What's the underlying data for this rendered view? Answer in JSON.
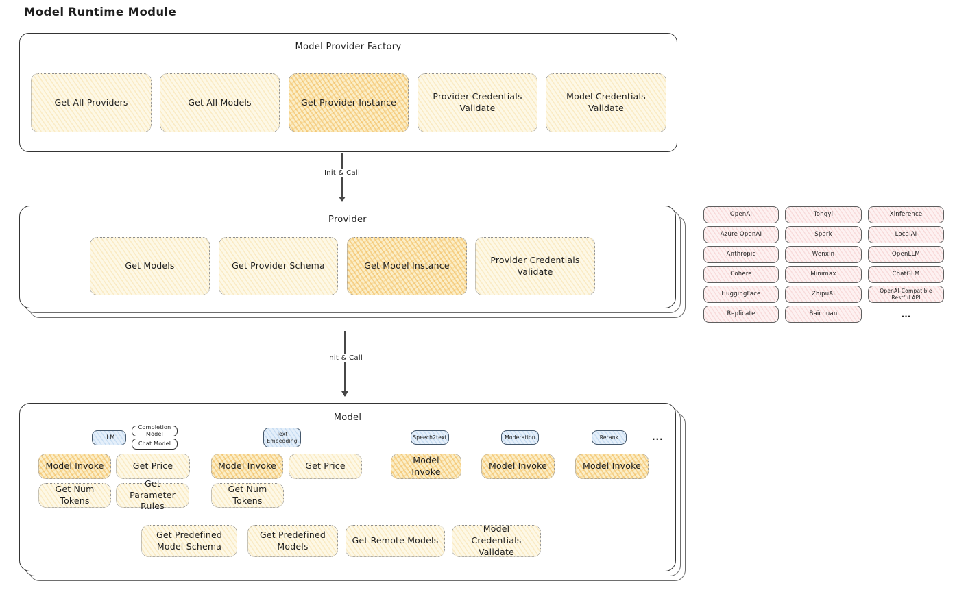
{
  "page_title": "Model Runtime Module",
  "arrow_label_1": "Init & Call",
  "arrow_label_2": "Init & Call",
  "factory": {
    "title": "Model Provider Factory",
    "buttons": [
      "Get All Providers",
      "Get All Models",
      "Get Provider Instance",
      "Provider Credentials Validate",
      "Model Credentials Validate"
    ]
  },
  "provider": {
    "title": "Provider",
    "buttons": [
      "Get Models",
      "Get Provider Schema",
      "Get Model Instance",
      "Provider Credentials Validate"
    ]
  },
  "providers_list": {
    "items": [
      "OpenAI",
      "Tongyi",
      "Xinference",
      "Azure OpenAI",
      "Spark",
      "LocalAI",
      "Anthropic",
      "Wenxin",
      "OpenLLM",
      "Cohere",
      "Minimax",
      "ChatGLM",
      "HuggingFace",
      "ZhipuAI",
      "OpenAI-Compatible Restful API",
      "Replicate",
      "Baichuan"
    ],
    "more": "..."
  },
  "model": {
    "title": "Model",
    "tabs": [
      "LLM",
      "Completion Model",
      "Chat Model",
      "Text Embedding",
      "Speech2text",
      "Moderation",
      "Rerank"
    ],
    "more": "...",
    "row1": [
      "Model Invoke",
      "Get Price",
      "Model Invoke",
      "Get Price",
      "Model Invoke",
      "Model Invoke",
      "Model Invoke"
    ],
    "row2": [
      "Get Num Tokens",
      "Get Parameter Rules",
      "Get Num Tokens"
    ],
    "bottom": [
      "Get Predefined Model Schema",
      "Get Predefined Models",
      "Get Remote Models",
      "Model Credentials Validate"
    ]
  },
  "colors": {
    "ink": "#1e1e1e",
    "soft_yellow": "#fdf8e6",
    "highlight_orange": "#f6cc7d",
    "chip_pink": "#fdf1f1",
    "chip_blue": "#e4effa"
  }
}
